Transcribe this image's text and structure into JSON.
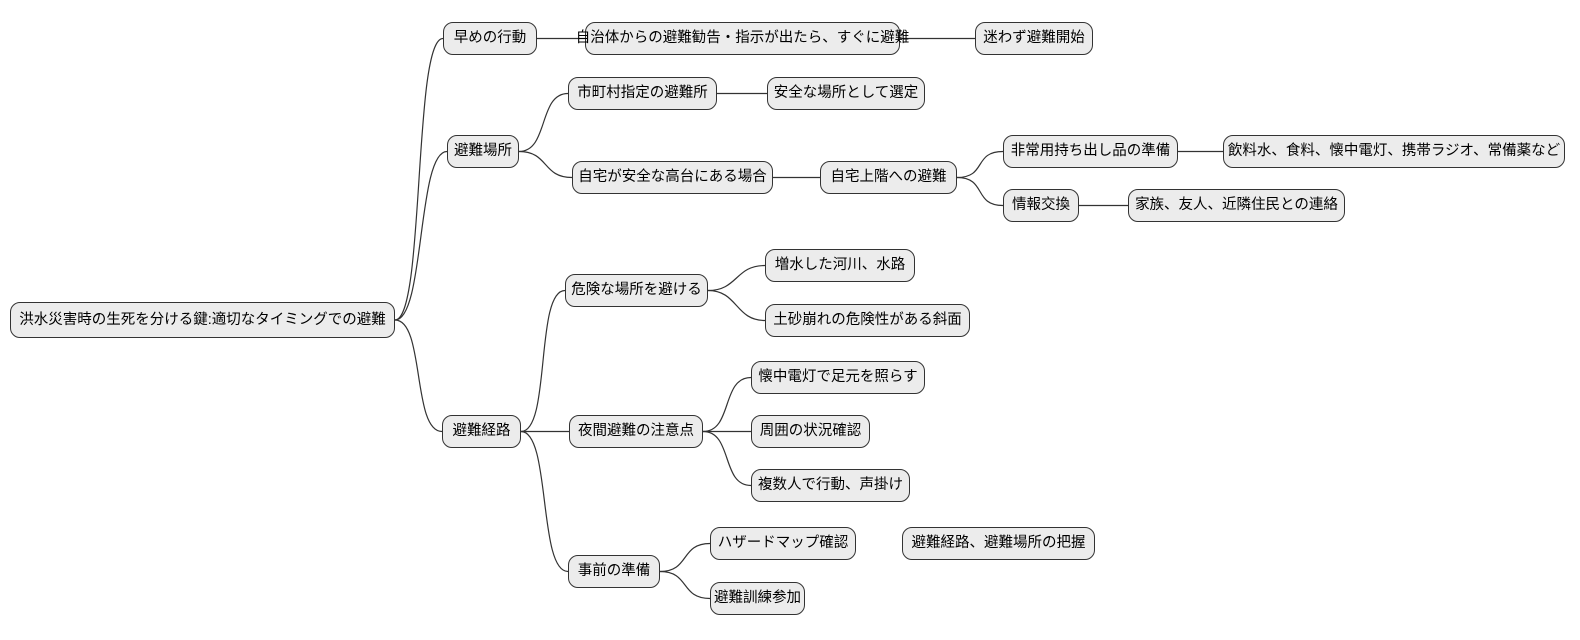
{
  "diagram": {
    "type": "mindmap",
    "orientation": "left-to-right",
    "background_color": "#ffffff",
    "node_fill_color": "#ececec",
    "node_border_color": "#333333",
    "edge_color": "#333333",
    "text_color": "#000000",
    "nodes": [
      {
        "id": "root",
        "level": 0,
        "label": "洪水災害時の生死を分ける鍵:適切なタイミングでの避難"
      },
      {
        "id": "early-action",
        "level": 1,
        "label": "早めの行動"
      },
      {
        "id": "evacuate-on-advisory",
        "level": 2,
        "label": "自治体からの避難勧告・指示が出たら、すぐに避難"
      },
      {
        "id": "start-without-hesitation",
        "level": 3,
        "label": "迷わず避難開始"
      },
      {
        "id": "evacuation-site",
        "level": 1,
        "label": "避難場所"
      },
      {
        "id": "municipal-shelter",
        "level": 2,
        "label": "市町村指定の避難所"
      },
      {
        "id": "selected-as-safe",
        "level": 3,
        "label": "安全な場所として選定"
      },
      {
        "id": "home-on-high-ground",
        "level": 2,
        "label": "自宅が安全な高台にある場合"
      },
      {
        "id": "evacuate-upstairs",
        "level": 3,
        "label": "自宅上階への避難"
      },
      {
        "id": "emergency-kit",
        "level": 4,
        "label": "非常用持ち出し品の準備"
      },
      {
        "id": "kit-contents",
        "level": 5,
        "label": "飲料水、食料、懐中電灯、携帯ラジオ、常備薬など"
      },
      {
        "id": "information-exchange",
        "level": 4,
        "label": "情報交換"
      },
      {
        "id": "contact-family",
        "level": 5,
        "label": "家族、友人、近隣住民との連絡"
      },
      {
        "id": "evacuation-route",
        "level": 1,
        "label": "避難経路"
      },
      {
        "id": "avoid-danger",
        "level": 2,
        "label": "危険な場所を避ける"
      },
      {
        "id": "swollen-rivers",
        "level": 3,
        "label": "増水した河川、水路"
      },
      {
        "id": "landslide-slopes",
        "level": 3,
        "label": "土砂崩れの危険性がある斜面"
      },
      {
        "id": "night-evacuation",
        "level": 2,
        "label": "夜間避難の注意点"
      },
      {
        "id": "flashlight-feet",
        "level": 3,
        "label": "懐中電灯で足元を照らす"
      },
      {
        "id": "check-surroundings",
        "level": 3,
        "label": "周囲の状況確認"
      },
      {
        "id": "move-in-groups",
        "level": 3,
        "label": "複数人で行動、声掛け"
      },
      {
        "id": "advance-preparation",
        "level": 2,
        "label": "事前の準備"
      },
      {
        "id": "hazard-map-check",
        "level": 3,
        "label": "ハザードマップ確認"
      },
      {
        "id": "know-routes-sites",
        "level": 4,
        "label": "避難経路、避難場所の把握"
      },
      {
        "id": "drill-participation",
        "level": 3,
        "label": "避難訓練参加"
      }
    ],
    "edges": [
      [
        "root",
        "early-action"
      ],
      [
        "root",
        "evacuation-site"
      ],
      [
        "root",
        "evacuation-route"
      ],
      [
        "early-action",
        "evacuate-on-advisory"
      ],
      [
        "evacuate-on-advisory",
        "start-without-hesitation"
      ],
      [
        "evacuation-site",
        "municipal-shelter"
      ],
      [
        "evacuation-site",
        "home-on-high-ground"
      ],
      [
        "municipal-shelter",
        "selected-as-safe"
      ],
      [
        "home-on-high-ground",
        "evacuate-upstairs"
      ],
      [
        "evacuate-upstairs",
        "emergency-kit"
      ],
      [
        "evacuate-upstairs",
        "information-exchange"
      ],
      [
        "emergency-kit",
        "kit-contents"
      ],
      [
        "information-exchange",
        "contact-family"
      ],
      [
        "evacuation-route",
        "avoid-danger"
      ],
      [
        "evacuation-route",
        "night-evacuation"
      ],
      [
        "evacuation-route",
        "advance-preparation"
      ],
      [
        "avoid-danger",
        "swollen-rivers"
      ],
      [
        "avoid-danger",
        "landslide-slopes"
      ],
      [
        "night-evacuation",
        "flashlight-feet"
      ],
      [
        "night-evacuation",
        "check-surroundings"
      ],
      [
        "night-evacuation",
        "move-in-groups"
      ],
      [
        "advance-preparation",
        "hazard-map-check"
      ],
      [
        "advance-preparation",
        "drill-participation"
      ]
    ]
  }
}
